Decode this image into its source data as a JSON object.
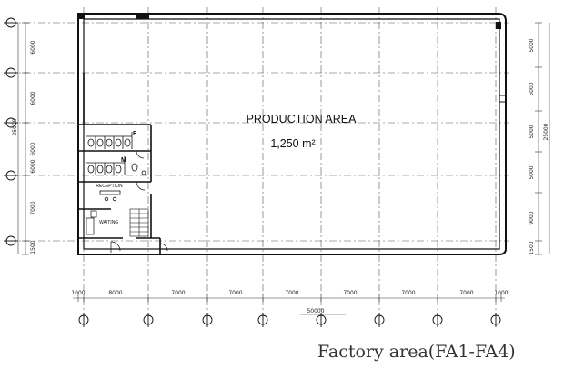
{
  "area": {
    "name": "PRODUCTION AREA",
    "size": "1,250 m²"
  },
  "rooms": {
    "female": "F",
    "male": "M",
    "reception": "RECEPTION",
    "waiting": "WAITING"
  },
  "left_dims": [
    "6000",
    "6000",
    "6000",
    "6000",
    "7000",
    "1500"
  ],
  "left_total": "25000",
  "right_dims": [
    "5000",
    "5000",
    "5000",
    "5000",
    "9000",
    "1500"
  ],
  "right_total": "25000",
  "bottom_dims": [
    "1000",
    "8000",
    "7000",
    "7000",
    "7000",
    "7000",
    "7000",
    "7000",
    "1000"
  ],
  "bottom_total": "50000",
  "caption": "Factory area(FA1-FA4)"
}
